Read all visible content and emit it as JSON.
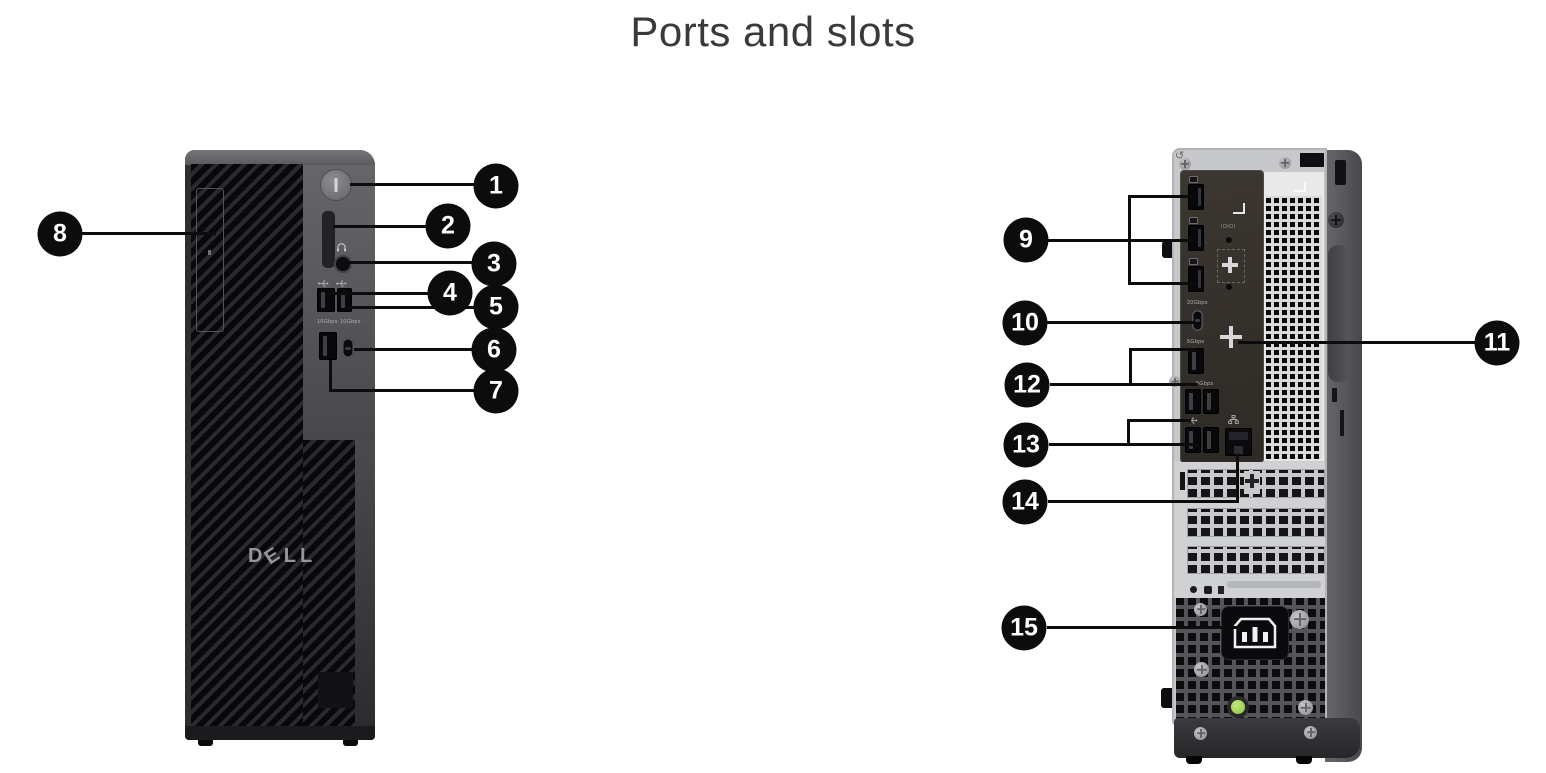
{
  "title": "Ports and slots",
  "front": {
    "logo_letters": {
      "l1": "D",
      "l2": "E",
      "l3": "L",
      "l4": "L"
    },
    "labels": {
      "usb_a_10g": "10Gbps",
      "usb_c_10g": "10Gbps"
    }
  },
  "rear": {
    "labels": {
      "serial": "IOIOI",
      "usb_c_20g": "20Gbps",
      "usb_5g_top": "5Gbps",
      "usb_5g_mid": "5Gbps"
    }
  },
  "icons": [
    "power-icon",
    "sd-card-slot",
    "headset-icon",
    "usb-icon",
    "usb-c-port",
    "displayport-icon",
    "network-icon",
    "power-inlet-icon",
    "unlock-icon",
    "phillips-screw-icon",
    "padlock-icon"
  ],
  "callouts": [
    "1",
    "2",
    "3",
    "4",
    "5",
    "6",
    "7",
    "8",
    "9",
    "10",
    "11",
    "12",
    "13",
    "14",
    "15"
  ]
}
